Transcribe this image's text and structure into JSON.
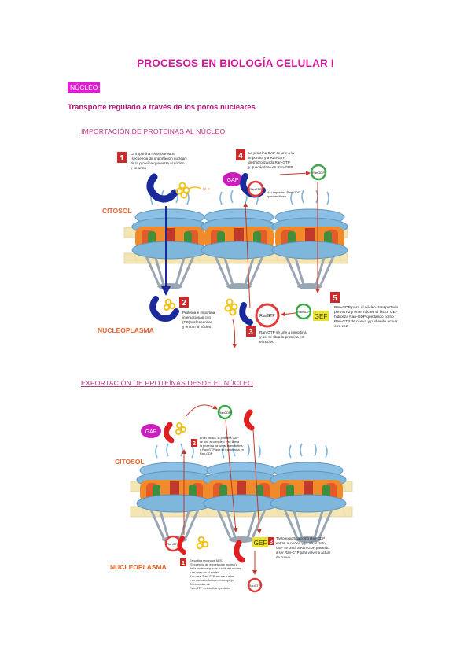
{
  "page": {
    "title": "PROCESOS EN BIOLOGÍA CELULAR I",
    "section_tag": "NÚCLEO",
    "subtitle": "Transporte regulado a través de los poros nucleares"
  },
  "import_figure": {
    "heading": "IMPORTACIÓN DE PROTEINAS AL NÚCLEO",
    "cytosol_label": "CITOSOL",
    "nucleoplasm_label": "NUCLEOPLASMA",
    "step1_num": "1",
    "step1_lines": [
      "La importina reconoce NLS",
      "(secuencia de importación nuclear)",
      "de la proteína que entra al núcleo",
      "y se unen"
    ],
    "nls_label": "NLS",
    "step2_num": "2",
    "step2_lines": [
      "Proteína e importina",
      "interaccionan con",
      "(FG)nucleoporinas",
      "y entran al núcleo"
    ],
    "step3_num": "3",
    "step3_lines": [
      "Ran-GTP se une a importina",
      "y así se libra la proteína en",
      "el nucleo"
    ],
    "step4_num": "4",
    "step4_lines": [
      "La proteína GAP se une a la",
      "importina y a Ran-GTP",
      "deshidrolizando Ran-GTP",
      "y quedándose en Ran-GDP"
    ],
    "step4_note_lines": [
      "Así importina Ran-GDP",
      "quedan libres"
    ],
    "step5_num": "5",
    "step5_lines": [
      "Ran-GDP pasa al núcleo transportado",
      "por NTF2 y en el núcleo el factor GEF",
      "hidroliza Ran-GDP quedando como",
      "Ran-GTP de nuevo y pudiendo actuar",
      "otra vez"
    ],
    "gap_label": "GAP",
    "gef_label": "GEF",
    "rangtp_label": "RanGTP",
    "rangdp_label": "RanGDP"
  },
  "export_figure": {
    "heading": "EXPORTACIÓN DE PROTEÍNAS DESDE EL NÚCLEO",
    "cytosol_label": "CITOSOL",
    "nucleoplasm_label": "NUCLEOPLASMA",
    "step1_num": "1",
    "step1_lines": [
      "Exportina reconoce NES",
      "(Secuencia de exportación nuclear)",
      "de la proteína que va a salir del núcleo",
      "y se unen en el núcleo.",
      "A su vez, Ran-GTP se une a ellas",
      "y en conjunto forman el complejo",
      "Trimolecular de",
      "Ran-GTP - exportina - proteína"
    ],
    "step2_num": "2",
    "step2_lines": [
      "En el citosol, la proteína GAP",
      "se une al complejo y se libera",
      "la proteína ya fuera, la exportina",
      "y Ran-GTP que se transforma en",
      "Ran-GDP"
    ],
    "step3_num": "3",
    "step3_lines": [
      "Tanto exportina como Ran-GDP",
      "entran al nucleo y ya allí el factor",
      "GEF se unirá a Ran-GDP pasando",
      "a ser Ran-GTP para volver a actuar",
      "de nuevo."
    ],
    "gap_label": "GAP",
    "gef_label": "GEF",
    "rangtp_label": "RanGTP",
    "rangdp_label": "RanGDP"
  },
  "colors": {
    "title": "#d6169a",
    "tag_bg": "#e21cd3",
    "compartment_label": "#e8642c",
    "step_box": "#cc2a2a",
    "ran_gtp": "#e23a3a",
    "ran_gdp": "#3aa84a",
    "gap": "#cc1fc0",
    "gef": "#e9e12a",
    "importin": "#1b2a9a",
    "cargo": "#f2c21a",
    "membrane": "#f3e6b4",
    "pore_blue": "#7fb6dc",
    "pore_orange": "#f08a2a"
  },
  "icons": [
    "importin-icon",
    "cargo-protein-icon",
    "exportin-icon",
    "ran-gtp-icon",
    "ran-gdp-icon",
    "gap-protein-icon",
    "gef-protein-icon",
    "nuclear-pore-icon",
    "arrow-icon"
  ]
}
